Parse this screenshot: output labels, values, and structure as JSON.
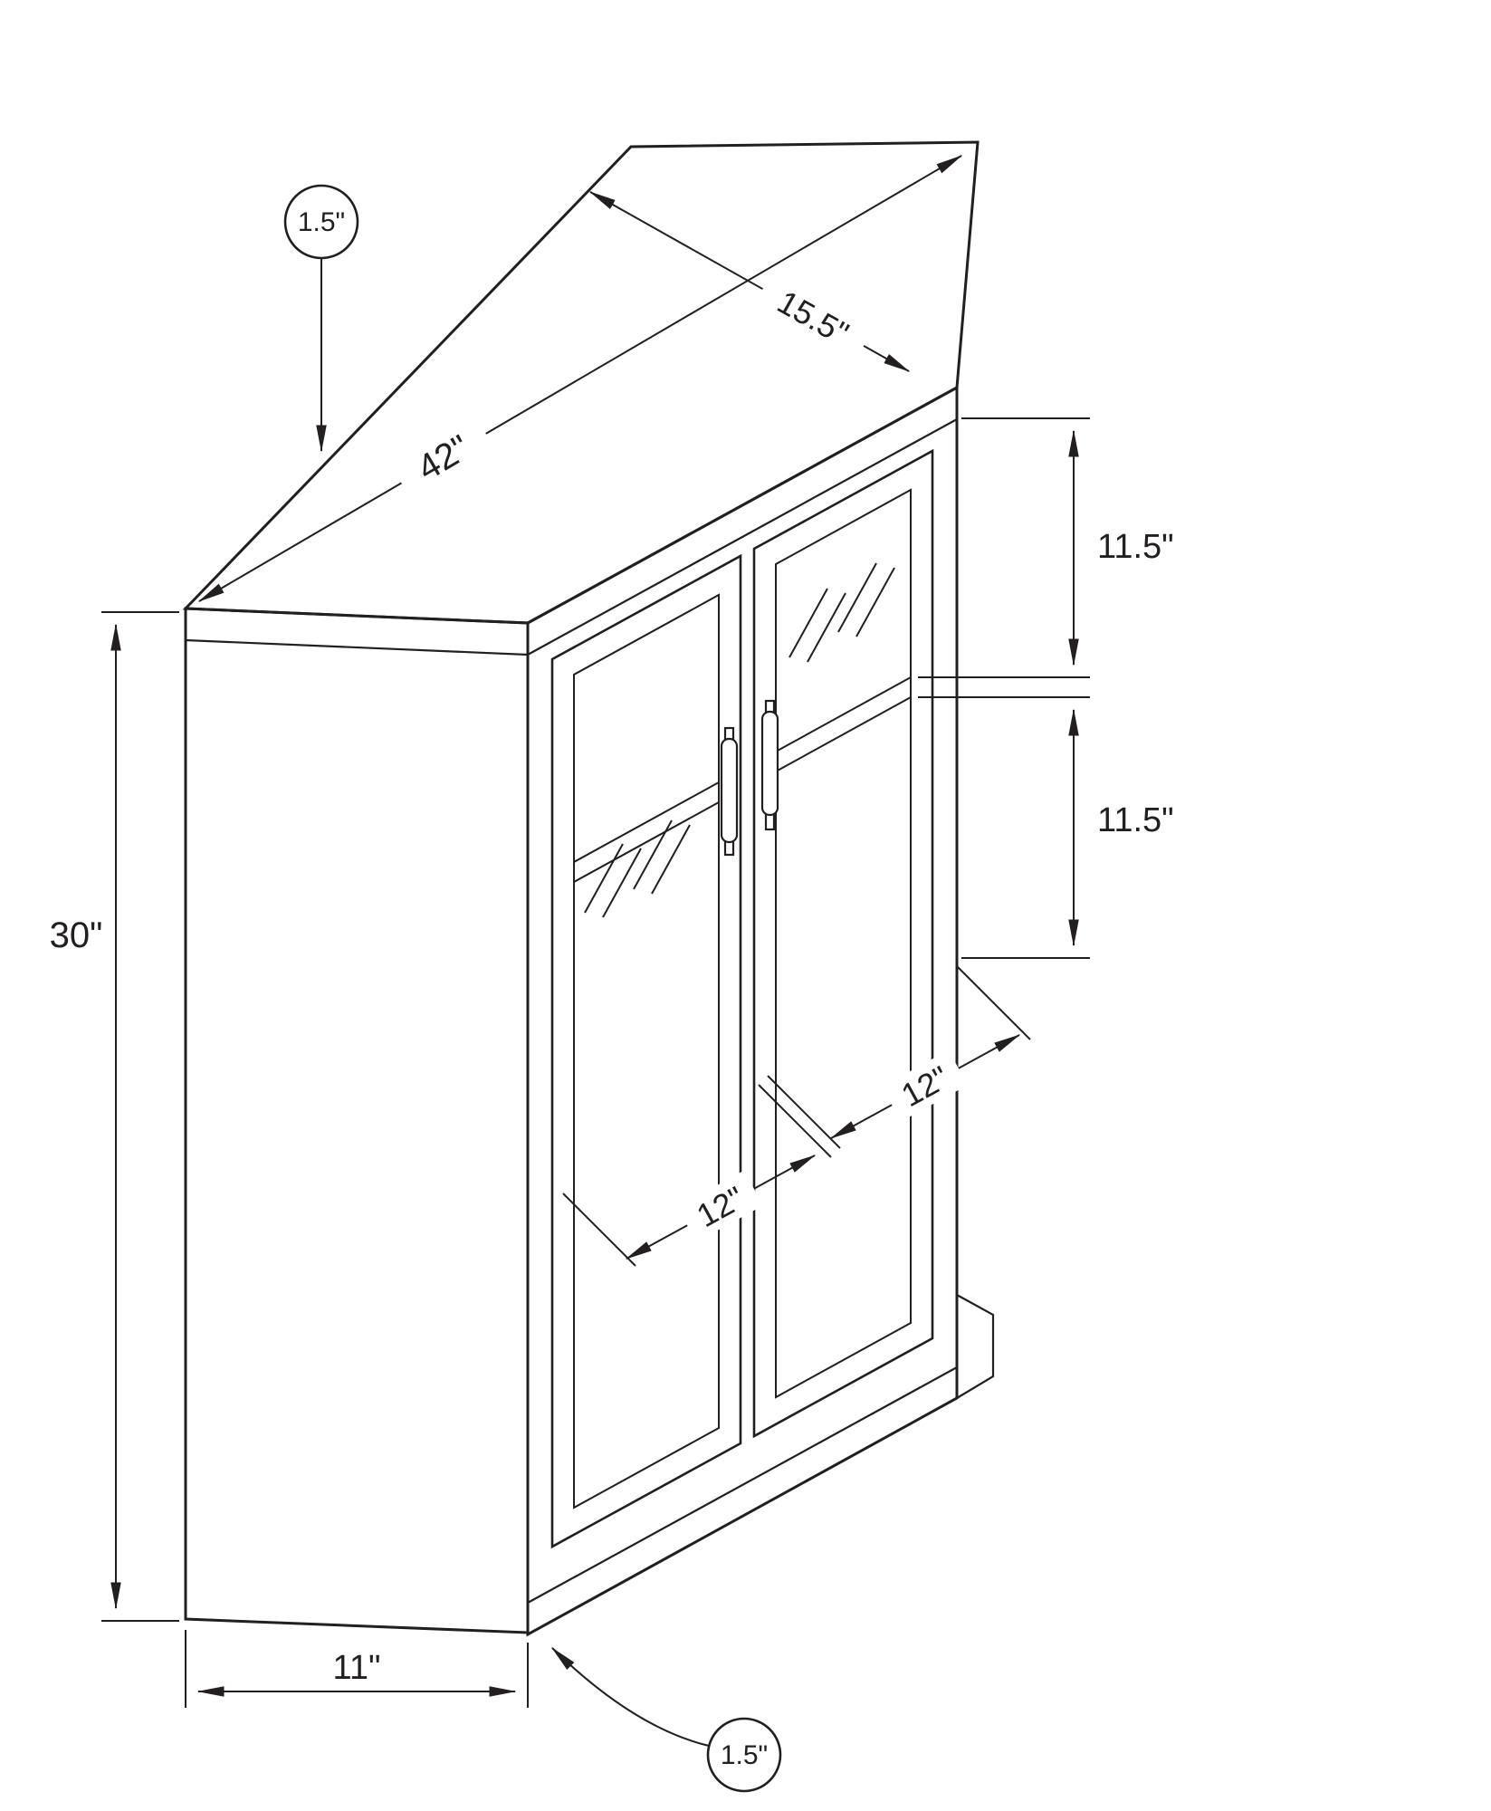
{
  "diagram": {
    "colors": {
      "line": "#231f20",
      "background": "#ffffff"
    },
    "labels": {
      "top_thickness": "1.5\"",
      "top_depth": "15.5\"",
      "overall_width": "42\"",
      "upper_opening_height": "11.5\"",
      "lower_opening_height": "11.5\"",
      "overall_height": "30\"",
      "right_door_width": "12\"",
      "left_door_width": "12\"",
      "side_depth": "11\"",
      "base_thickness": "1.5\""
    }
  }
}
